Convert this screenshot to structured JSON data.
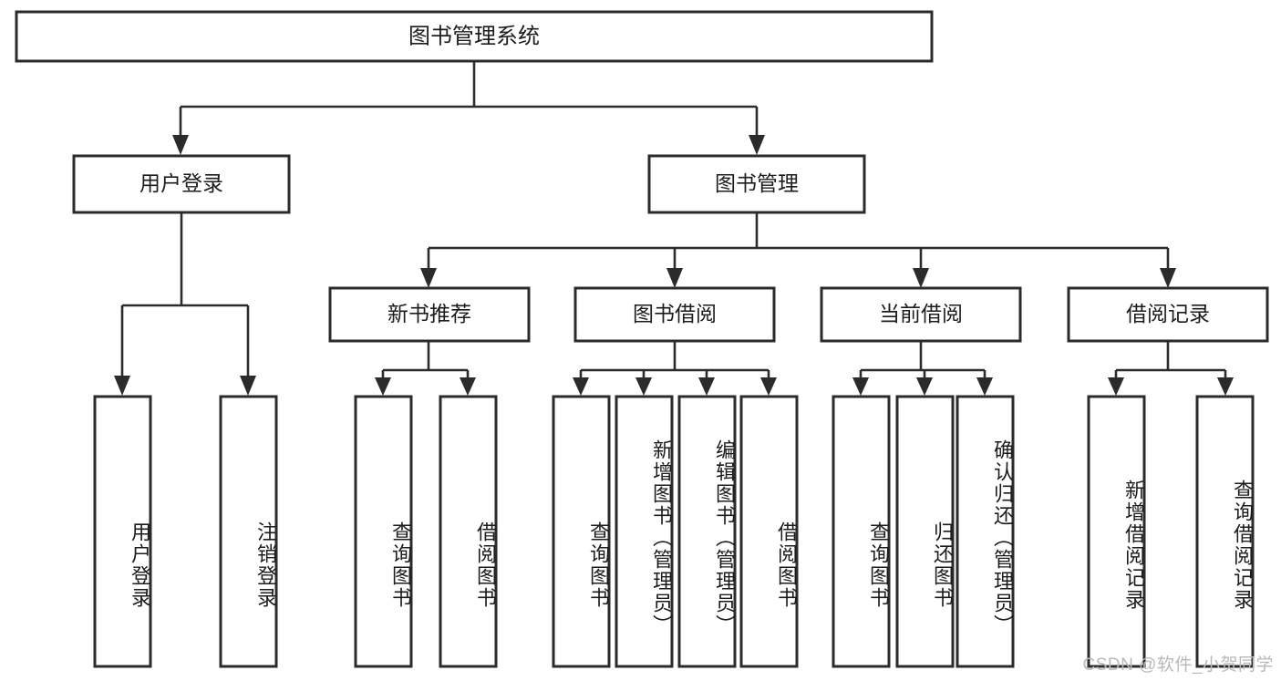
{
  "diagram": {
    "title": "图书管理系统",
    "type": "tree-hierarchy-chart",
    "watermark": "CSDN @软件_小贺同学",
    "colors": {
      "box_stroke": "#2b2b2b",
      "box_fill": "#ffffff",
      "text": "#1c1c1c",
      "connector": "#2b2b2b",
      "watermark": "#b9b9b9",
      "background": "#ffffff"
    },
    "root": {
      "label": "图书管理系统"
    },
    "level2": [
      {
        "label": "用户登录"
      },
      {
        "label": "图书管理"
      }
    ],
    "level3": [
      {
        "label": "新书推荐"
      },
      {
        "label": "图书借阅"
      },
      {
        "label": "当前借阅"
      },
      {
        "label": "借阅记录"
      }
    ],
    "leaves": {
      "user_login": [
        {
          "label": "用户登录"
        },
        {
          "label": "注销登录"
        }
      ],
      "new_book_recommend": [
        {
          "label": "查询图书"
        },
        {
          "label": "借阅图书"
        }
      ],
      "book_borrow": [
        {
          "label": "查询图书"
        },
        {
          "label": "新增图书（管理员）"
        },
        {
          "label": "编辑图书（管理员）"
        },
        {
          "label": "借阅图书"
        }
      ],
      "current_borrow": [
        {
          "label": "查询图书"
        },
        {
          "label": "归还图书"
        },
        {
          "label": "确认归还（管理员）"
        }
      ],
      "borrow_record": [
        {
          "label": "新增借阅记录"
        },
        {
          "label": "查询借阅记录"
        }
      ]
    }
  }
}
